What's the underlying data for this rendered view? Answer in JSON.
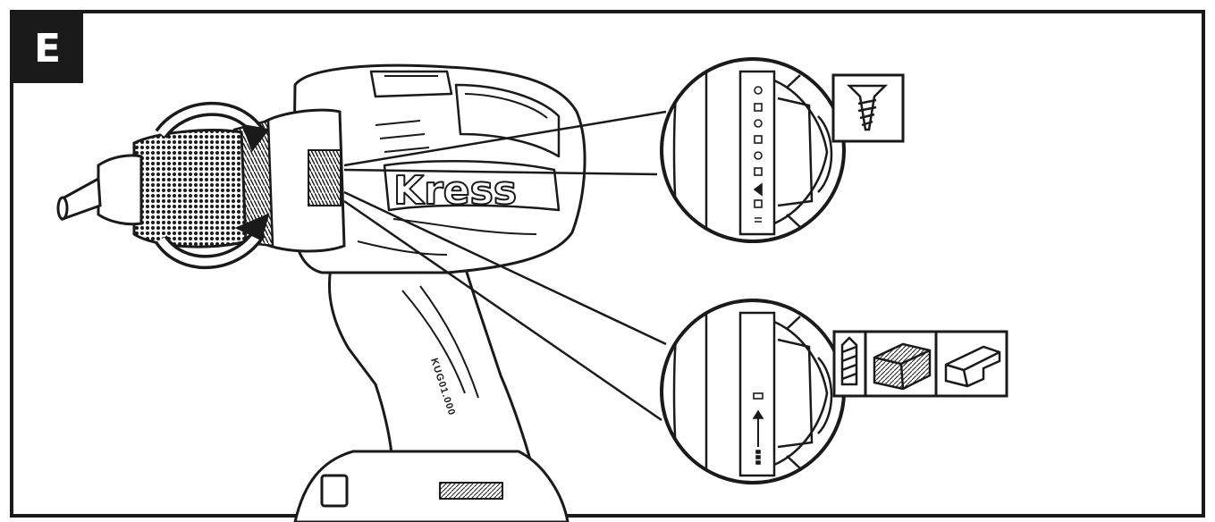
{
  "figure": {
    "label": "E",
    "brand_text": "Kress",
    "model_text": "KUG01.000",
    "frame_color": "#1a1a1a",
    "line_color": "#1a1a1a"
  },
  "icons": {
    "screw": "screw-icon",
    "drill_bit": "drill-bit-icon",
    "wood": "wood-block-icon",
    "metal": "metal-profile-icon"
  }
}
